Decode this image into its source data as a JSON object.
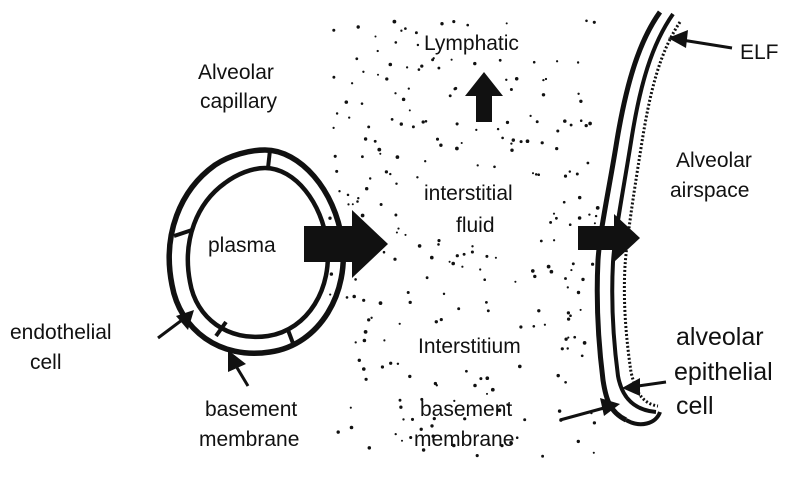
{
  "labels": {
    "alveolar_capillary_1": "Alveolar",
    "alveolar_capillary_2": "capillary",
    "plasma": "plasma",
    "lymphatic": "Lymphatic",
    "interstitial_fluid_1": "interstitial",
    "interstitial_fluid_2": "fluid",
    "interstitium": "Interstitium",
    "elf": "ELF",
    "alveolar_airspace_1": "Alveolar",
    "alveolar_airspace_2": "airspace",
    "endothelial_cell_1": "endothelial",
    "endothelial_cell_2": "cell",
    "basement_membrane_left_1": "basement",
    "basement_membrane_left_2": "membrane",
    "basement_membrane_right_1": "basement",
    "basement_membrane_right_2": "membrane",
    "alveolar_epithelial_cell_1": "alveolar",
    "alveolar_epithelial_cell_2": "epithelial",
    "alveolar_epithelial_cell_3": "cell"
  },
  "colors": {
    "ink": "#111111",
    "background": "#ffffff"
  }
}
